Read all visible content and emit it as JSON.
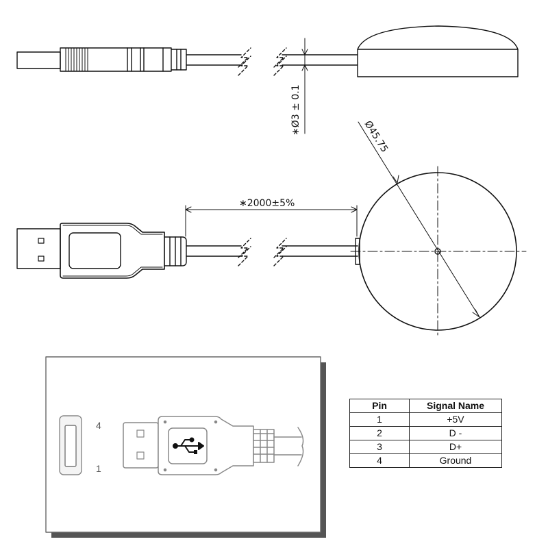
{
  "dimensions": {
    "cable_diameter": "∗Ø3 ± 0.1",
    "disc_diameter": "Ø45.75",
    "cable_length": "∗2000±5%"
  },
  "pin_labels": {
    "top": "4",
    "bottom": "1"
  },
  "pin_table": {
    "headers": [
      "Pin",
      "Signal Name"
    ],
    "rows": [
      {
        "pin": "1",
        "signal": "+5V"
      },
      {
        "pin": "2",
        "signal": "D -"
      },
      {
        "pin": "3",
        "signal": "D+"
      },
      {
        "pin": "4",
        "signal": "Ground"
      }
    ]
  },
  "icons": {
    "usb_symbol": "usb-trident-icon"
  }
}
